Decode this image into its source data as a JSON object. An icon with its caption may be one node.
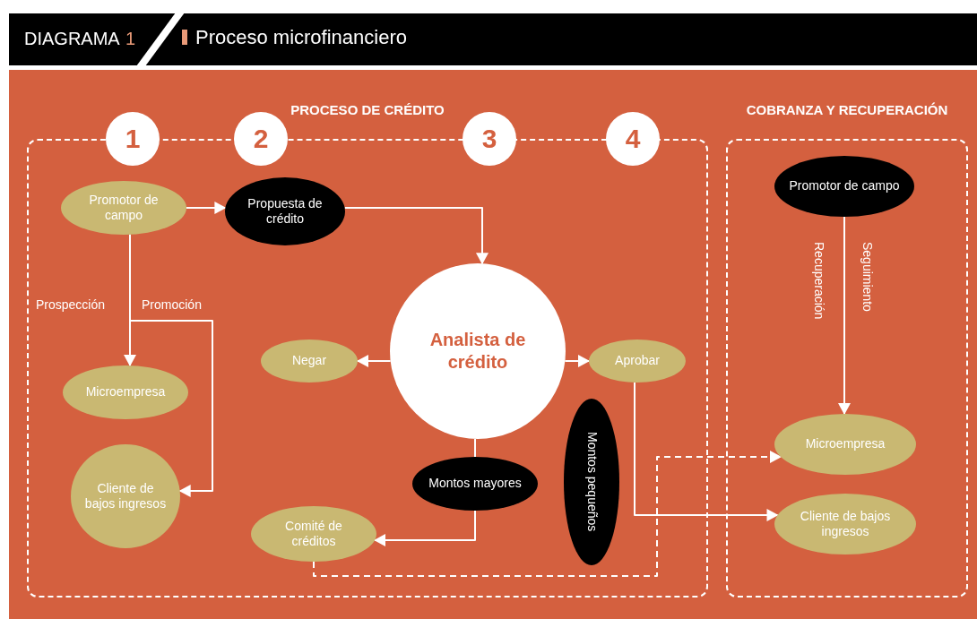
{
  "diagram": {
    "title": "Proceso microfinanciero",
    "nodes": [
      {
        "text": [
          "PROCESO DE CRÉDITO"
        ]
      },
      {
        "text": [
          "COBRANZA Y RECUPERACIÓN"
        ]
      },
      {
        "text": [
          "1"
        ]
      },
      {
        "text": [
          "2"
        ]
      },
      {
        "text": [
          "3"
        ]
      },
      {
        "text": [
          "4"
        ]
      },
      {
        "text": [
          "Promotor de campo"
        ],
        "in": 0
      },
      {
        "text": [
          "Propuesta de crédito"
        ],
        "in": 0
      },
      {
        "text": [
          "Microempresa"
        ],
        "in": 0
      },
      {
        "text": [
          "Cliente de bajos ingresos"
        ],
        "in": 0
      },
      {
        "text": [
          "Negar"
        ],
        "in": 0
      },
      {
        "text": [
          "Analista de crédito"
        ],
        "in": 0
      },
      {
        "text": [
          "Aprobar"
        ],
        "in": 0
      },
      {
        "text": [
          "Montos mayores"
        ],
        "in": 0
      },
      {
        "text": [
          "Comité de créditos"
        ],
        "in": 0
      },
      {
        "text": [
          "Montos pequeños"
        ],
        "in": 0
      },
      {
        "text": [
          "Promotor de campo"
        ],
        "in": 1
      },
      {
        "text": [
          "Microempresa"
        ],
        "in": 1
      },
      {
        "text": [
          "Cliente de bajos ingresos"
        ],
        "in": 1
      }
    ],
    "edges": [
      {
        "from": 6,
        "to": 7,
        "arrow": "to"
      },
      {
        "from": 6,
        "to": 8,
        "arrow": "to",
        "label": "Prospección"
      },
      {
        "from": 6,
        "to": 9,
        "arrow": "to",
        "label": "Promoción"
      },
      {
        "from": 7,
        "to": 11,
        "arrow": "to"
      },
      {
        "from": 11,
        "to": 10,
        "arrow": "to"
      },
      {
        "from": 11,
        "to": 12,
        "arrow": "to"
      },
      {
        "from": 11,
        "to": 13,
        "arrow": "none"
      },
      {
        "from": 13,
        "to": 14,
        "arrow": "to"
      },
      {
        "from": 12,
        "to": 18,
        "arrow": "to"
      },
      {
        "from": 14,
        "to": 17,
        "arrow": "to",
        "style": "dashed"
      },
      {
        "from": 16,
        "to": 17,
        "arrow": "to",
        "label": "Recuperación"
      }
    ],
    "labels": [
      "DIAGRAMA",
      "1",
      "Seguimiento"
    ]
  }
}
